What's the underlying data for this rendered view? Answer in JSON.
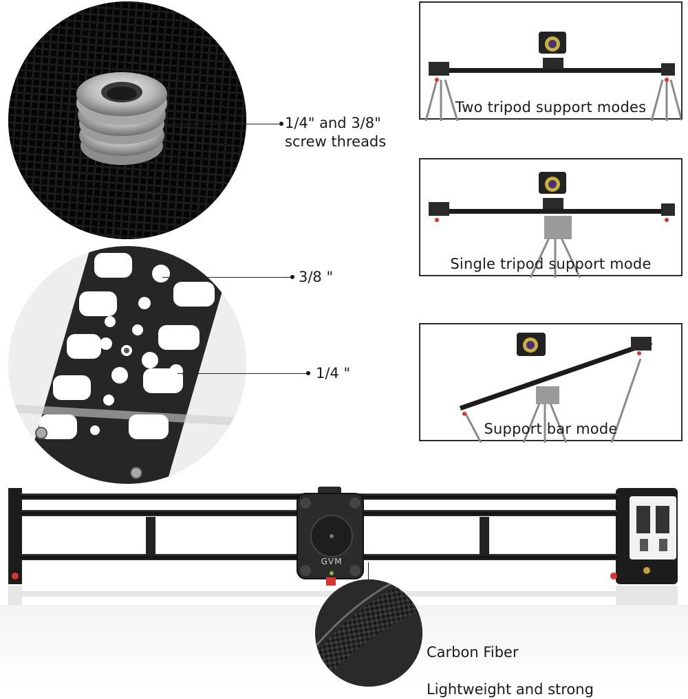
{
  "callouts": {
    "threads": "1/4\" and 3/8\"\nscrew threads",
    "large_hole": "3/8 \"",
    "small_hole": "1/4 \"",
    "carbon_title": "Carbon Fiber",
    "carbon_sub": "Lightweight and strong"
  },
  "panels": [
    {
      "caption": "Two tripod support modes"
    },
    {
      "caption": "Single tripod support mode"
    },
    {
      "caption": "Support bar mode"
    }
  ],
  "slider": {
    "brand": "GVM"
  },
  "colors": {
    "frame": "#1c1c1c",
    "accent_red": "#e0322c",
    "panel_border": "#2b2b2b"
  }
}
